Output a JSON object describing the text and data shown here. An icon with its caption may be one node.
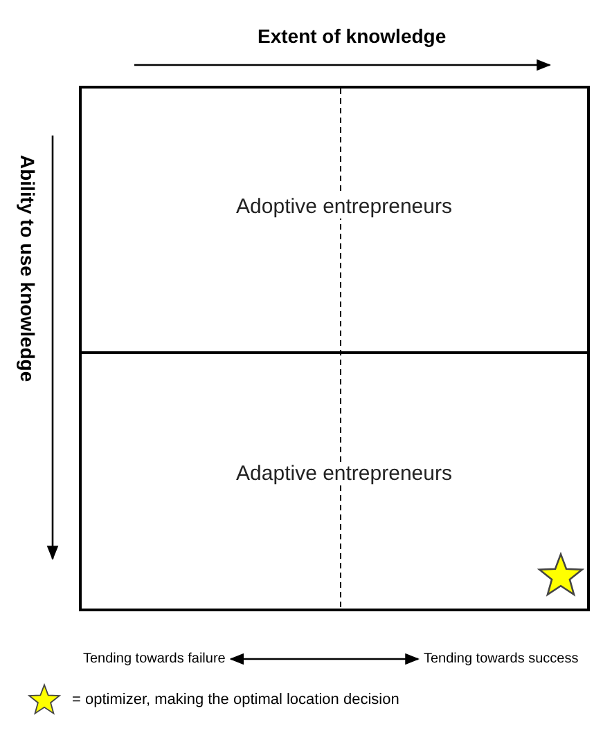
{
  "diagram": {
    "nodes": [
      {
        "text": [
          "Adoptive entrepreneurs"
        ]
      },
      {
        "text": [
          "Adaptive entrepreneurs"
        ]
      },
      {
        "text": [
          "Tending towards failure"
        ]
      },
      {
        "text": [
          "Tending towards success"
        ]
      }
    ],
    "edges": [
      {
        "from": 2,
        "to": 3,
        "arrow": "both"
      }
    ],
    "labels": [
      "Extent of knowledge",
      "Ability to use knowledge"
    ],
    "legend": [
      {
        "text": "= optimizer, making the optimal location decision"
      }
    ]
  }
}
